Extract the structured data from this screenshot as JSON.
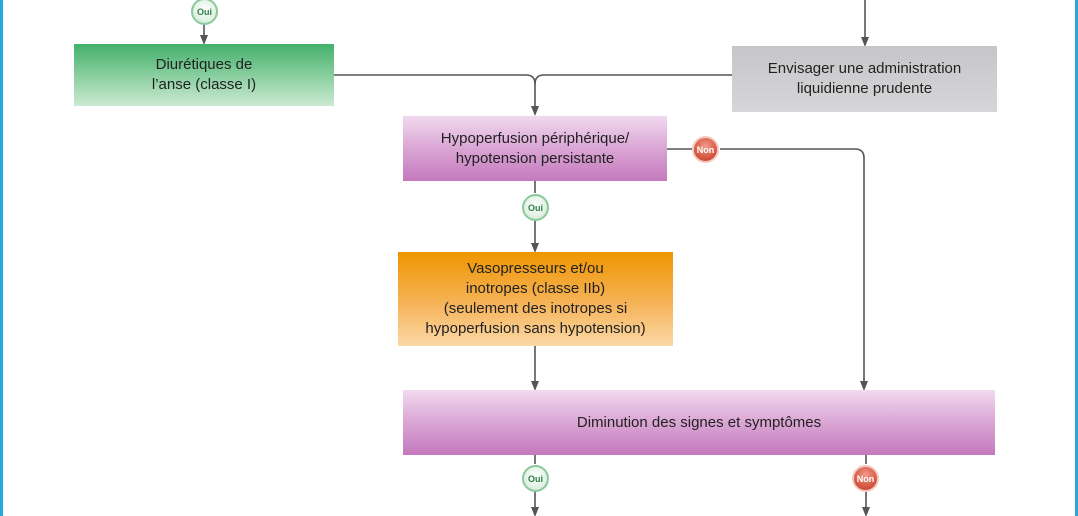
{
  "diagram": {
    "nodes": {
      "loop_diuretics": "Diurétiques de\nl’anse (classe I)",
      "fluid_admin": "Envisager une administration\nliquidienne prudente",
      "hypoperfusion": "Hypoperfusion périphérique/\nhypotension persistante",
      "vasopressors": "Vasopresseurs et/ou\ninotropes (classe IIb)\n(seulement des inotropes si\nhypoperfusion sans hypotension)",
      "signs_decrease": "Diminution des signes et symptômes"
    },
    "badges": {
      "top_yes": "Oui",
      "hypo_no": "Non",
      "hypo_yes": "Oui",
      "signs_yes": "Oui",
      "signs_no": "Non"
    },
    "colors": {
      "frame": "#27a6df",
      "connector": "#555555",
      "green": "#43b06b",
      "gray": "#c6c6c8",
      "pink": "#d8a1d2",
      "orange": "#ee9500",
      "yes": "#2f7d45",
      "no": "#d65a45"
    }
  }
}
